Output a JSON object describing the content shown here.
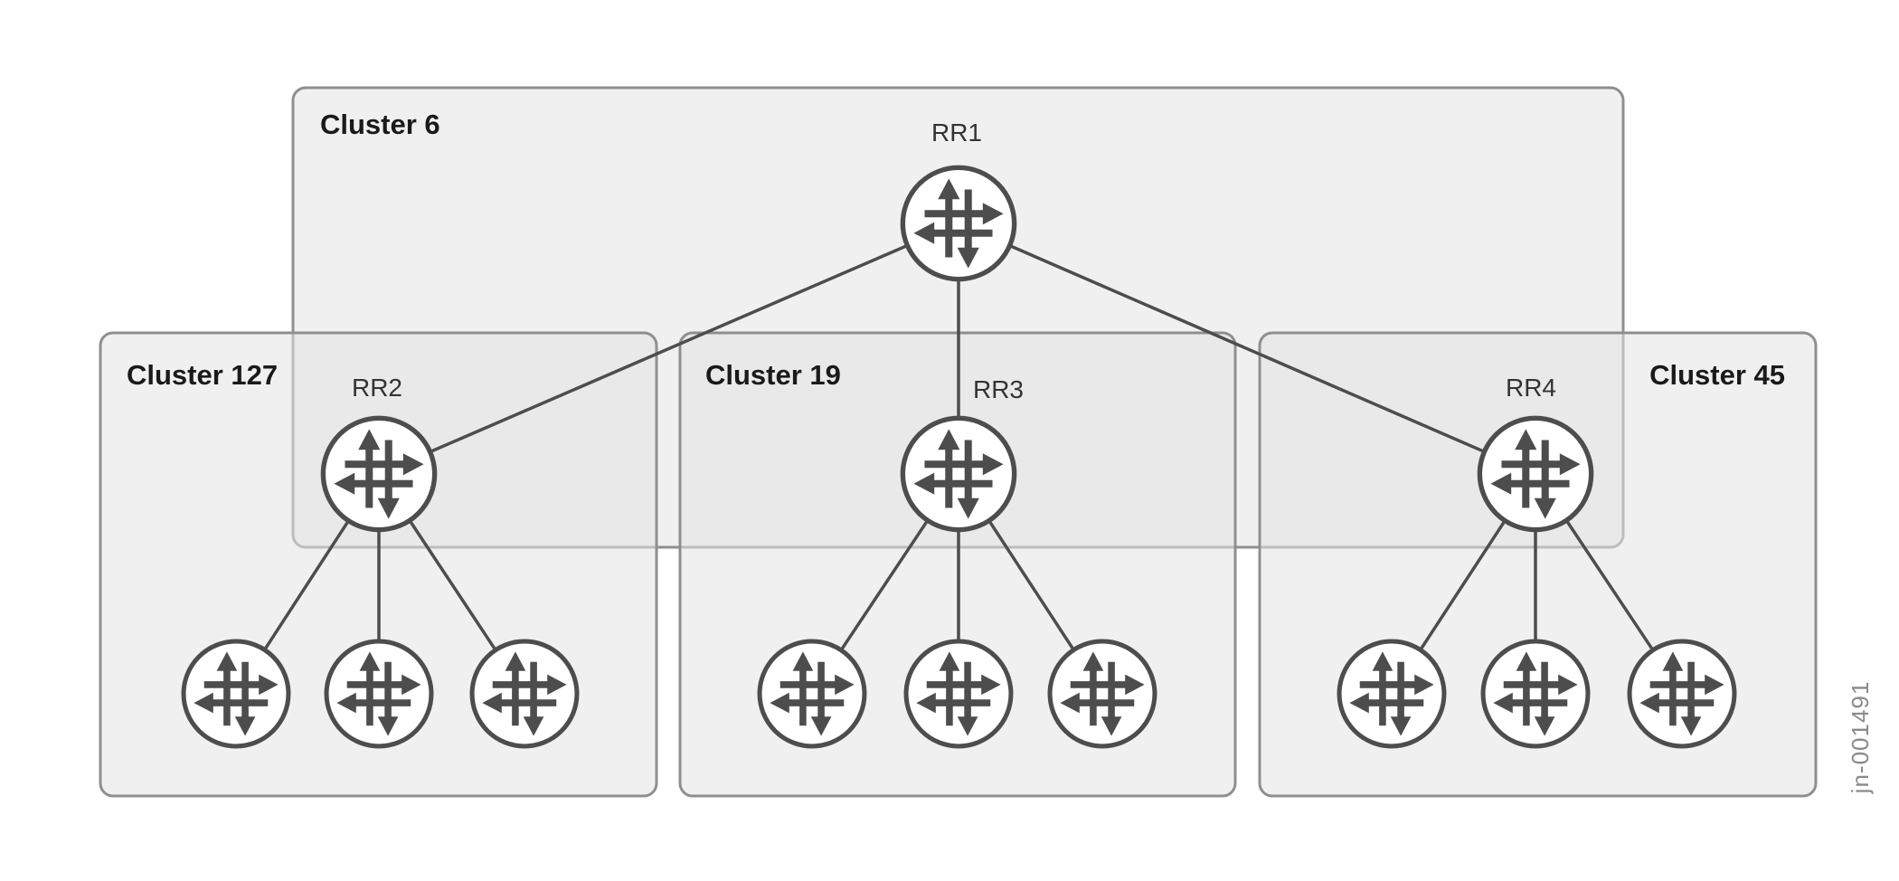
{
  "diagram": {
    "figure_id": "jn-001491",
    "clusters": [
      {
        "label": "Cluster 6",
        "route_reflector": "RR1",
        "clients": 0
      },
      {
        "label": "Cluster 127",
        "route_reflector": "RR2",
        "clients": 3
      },
      {
        "label": "Cluster 19",
        "route_reflector": "RR3",
        "clients": 3
      },
      {
        "label": "Cluster 45",
        "route_reflector": "RR4",
        "clients": 3
      }
    ],
    "route_reflectors": [
      {
        "label": "RR1"
      },
      {
        "label": "RR2"
      },
      {
        "label": "RR3"
      },
      {
        "label": "RR4"
      }
    ],
    "connections": [
      "RR1-RR2",
      "RR1-RR3",
      "RR1-RR4",
      "RR2-client1",
      "RR2-client2",
      "RR2-client3",
      "RR3-client1",
      "RR3-client2",
      "RR3-client3",
      "RR4-client1",
      "RR4-client2",
      "RR4-client3"
    ],
    "colors": {
      "background": "#ffffff",
      "cluster_fill": "#ececec",
      "cluster_border": "#8f8f8f",
      "edge_line": "#4d4d4d",
      "router_stroke": "#4d4d4d",
      "router_fill": "#ffffff",
      "label_text": "#1a1a1a",
      "figure_id_text": "#8a8a8a"
    }
  }
}
